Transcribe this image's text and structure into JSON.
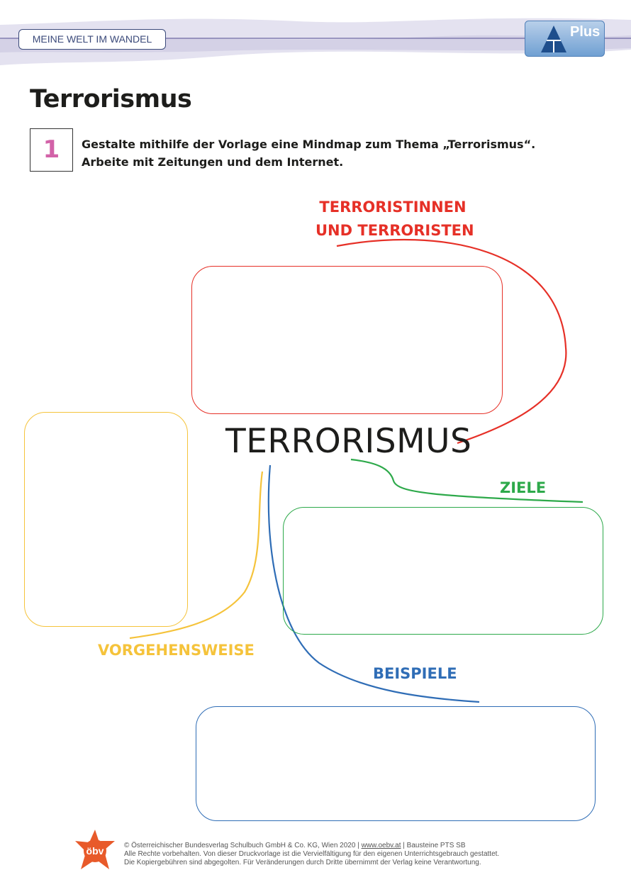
{
  "header": {
    "series_label": "MEINE WELT IM WANDEL",
    "badge_label": "Plus"
  },
  "title": "Terrorismus",
  "task": {
    "number": "1",
    "line1": "Gestalte mithilfe der Vorlage eine Mindmap zum Thema „Terrorismus“.",
    "line2": "Arbeite mit Zeitungen und dem Internet."
  },
  "mindmap": {
    "center": "TERRORISMUS",
    "branches": {
      "terroristen": {
        "line1": "TERRORISTINNEN",
        "line2": "UND TERRORISTEN",
        "color": "#e63027"
      },
      "ziele": {
        "label": "ZIELE",
        "color": "#2da94a"
      },
      "vorgehensweise": {
        "label": "VORGEHENSWEISE",
        "color": "#f5c33b"
      },
      "beispiele": {
        "label": "BEISPIELE",
        "color": "#2f6db6"
      }
    }
  },
  "footer": {
    "logo_text": "öbv",
    "line1_pre": "© Österreichischer Bundesverlag Schulbuch GmbH & Co. KG, Wien 2020 | ",
    "line1_link": "www.oebv.at",
    "line1_post": " | Bausteine PTS SB",
    "line2": "Alle Rechte vorbehalten. Von dieser Druckvorlage ist die Vervielfältigung für den eigenen Unterrichtsgebrauch gestattet.",
    "line3": "Die Kopiergebühren sind abgegolten. Für Veränderungen durch Dritte übernimmt der Verlag keine Verantwortung."
  }
}
